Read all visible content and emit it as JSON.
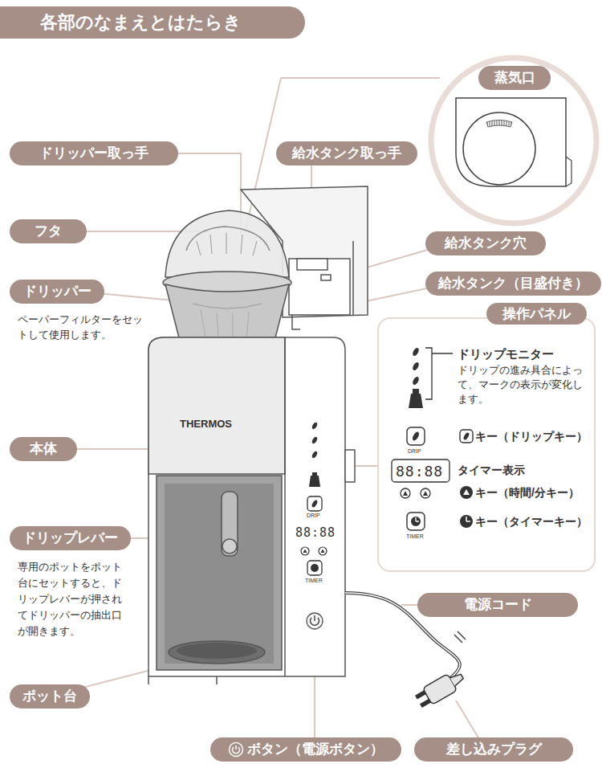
{
  "diagram": {
    "title": "各部のなまえとはたらき",
    "nodes": [
      {
        "text": [
          "蒸気口"
        ]
      },
      {
        "text": [
          "ドリッパー取っ手"
        ]
      },
      {
        "text": [
          "給水タンク取っ手"
        ]
      },
      {
        "text": [
          "フタ"
        ]
      },
      {
        "text": [
          "給水タンク穴"
        ]
      },
      {
        "text": [
          "給水タンク（目盛付き）"
        ]
      },
      {
        "text": [
          "ドリッパー"
        ]
      },
      {
        "text": [
          "操作パネル"
        ]
      },
      {
        "text": [
          "本体"
        ]
      },
      {
        "text": [
          "ドリップレバー"
        ]
      },
      {
        "text": [
          "電源コード"
        ]
      },
      {
        "text": [
          "ポット台"
        ]
      },
      {
        "text": [
          "ボタン（電源ボタン）"
        ]
      },
      {
        "text": [
          "差し込みプラグ"
        ]
      }
    ],
    "edges": [],
    "labels": [
      "ペーパーフィルターをセットして使用します。",
      "専用のポットをポット台にセットすると、ドリップレバーが押されてドリッパーの抽出口が開きます。",
      "THERMOS",
      "DRIP",
      "88:88",
      "TIMER",
      "ドリップモニター",
      "ドリップの進み具合によって、マークの表示が変化します。",
      "DRIP",
      "キー（ドリップキー）",
      "88:88",
      "タイマー表示",
      "キー（時間/分キー）",
      "TIMER",
      "キー（タイマーキー）"
    ]
  }
}
